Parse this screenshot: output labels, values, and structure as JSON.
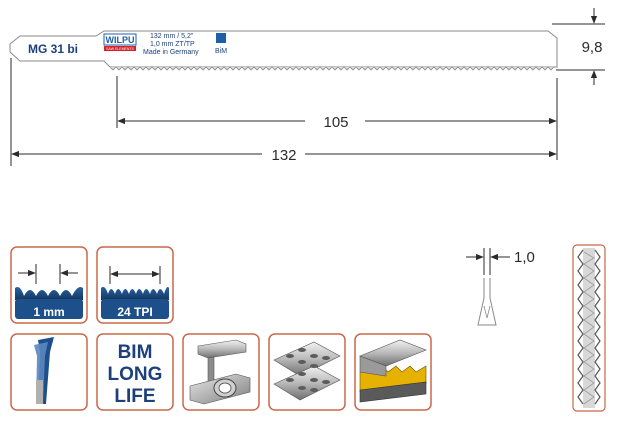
{
  "blade": {
    "model": "MG 31 bi",
    "logo_text": "WILPU",
    "logo_subtext": "SAW ELEMENTS",
    "spec_line_1": "132 mm / 5,2\"",
    "spec_line_2": "1,0 mm ZT/TP",
    "spec_line_3": "Made in Germany",
    "material_badge": "BiM",
    "material_color": "#1f5fa8"
  },
  "dimensions": {
    "blade_height": "9,8",
    "usable_length": "105",
    "total_length": "132",
    "blade_thickness": "1,0"
  },
  "icons": {
    "tooth_pitch_label": "1 mm",
    "tpi_label": "24 TPI",
    "bim_long_life": [
      "BIM",
      "LONG",
      "LIFE"
    ],
    "border_color": "#c8684a",
    "panel_color": "#1d4f8a"
  }
}
